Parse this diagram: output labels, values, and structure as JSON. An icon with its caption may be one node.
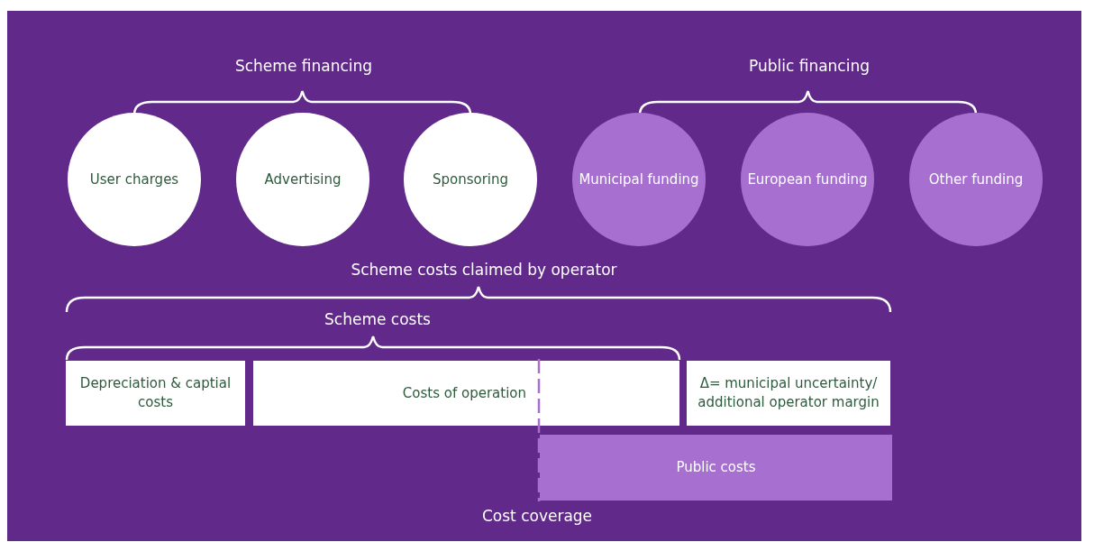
{
  "diagram": {
    "nodes": [
      {
        "text": [
          "User charges"
        ]
      },
      {
        "text": [
          "Advertising"
        ]
      },
      {
        "text": [
          "Sponsoring"
        ]
      },
      {
        "text": [
          "Municipal funding"
        ]
      },
      {
        "text": [
          "European funding"
        ]
      },
      {
        "text": [
          "Other funding"
        ]
      },
      {
        "text": [
          "Depreciation & captial costs"
        ]
      },
      {
        "text": [
          "Costs of operation"
        ]
      },
      {
        "text": [
          "Δ= municipal uncertainty/ additional operator margin"
        ]
      },
      {
        "text": [
          "Public costs"
        ]
      }
    ],
    "labels": [
      "Scheme financing",
      "Public financing",
      "Scheme costs claimed by operator",
      "Scheme costs",
      "Cost coverage"
    ]
  }
}
